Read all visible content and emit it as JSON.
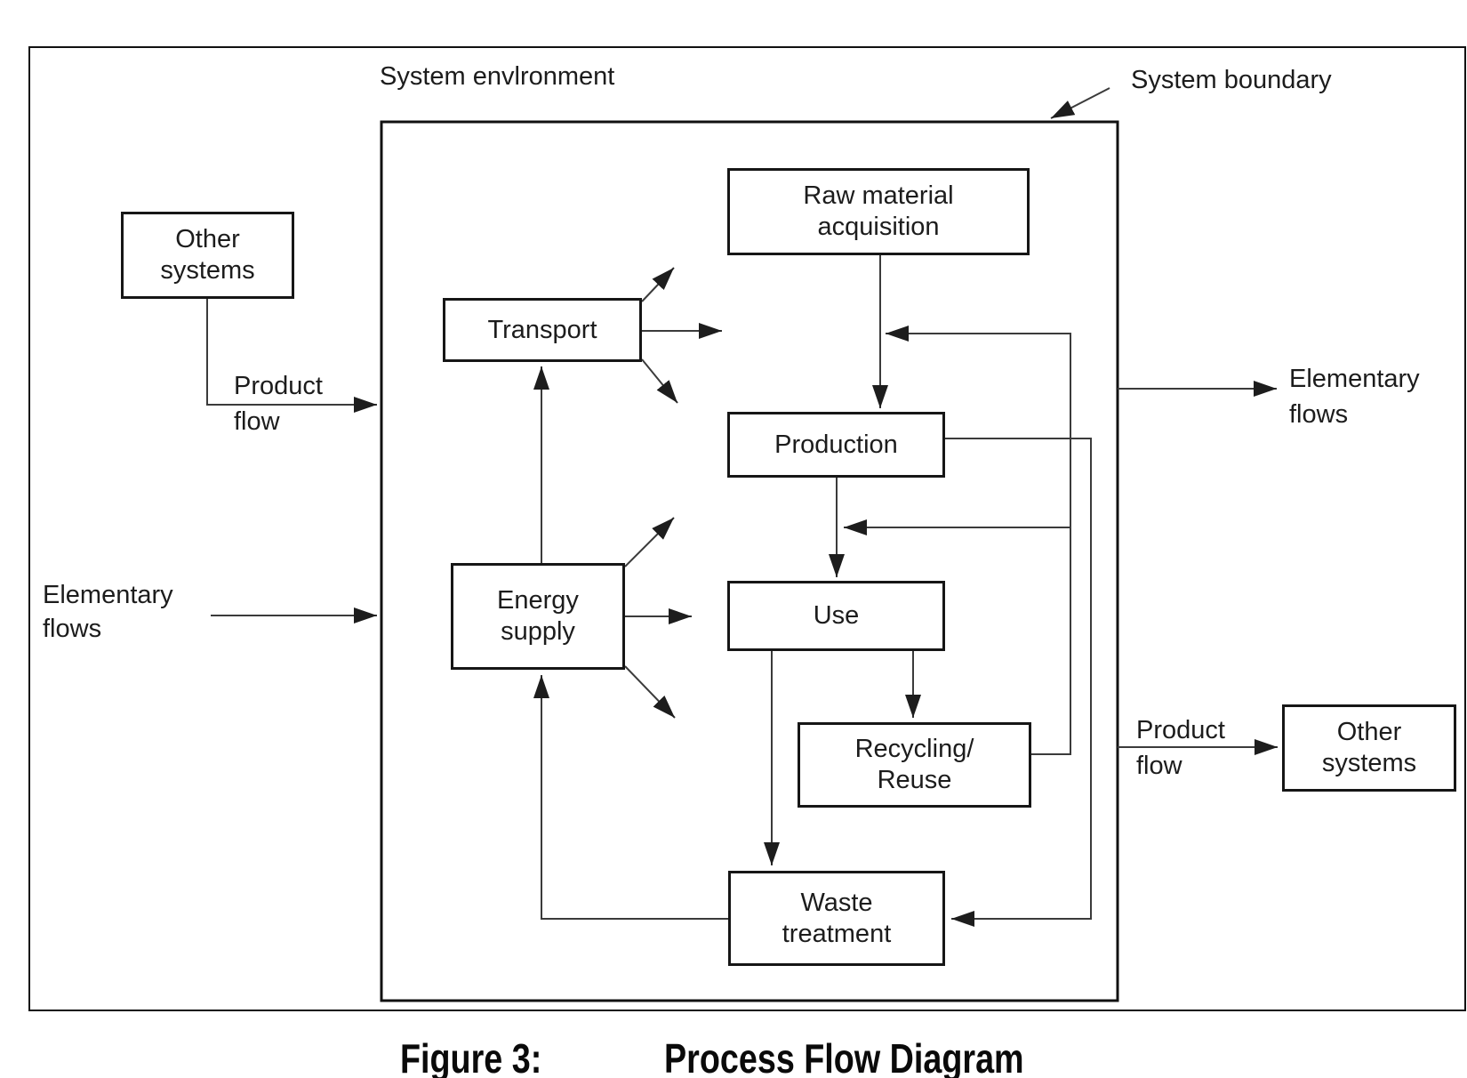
{
  "figure": {
    "caption_label": "Figure 3:",
    "caption_title": "Process Flow Diagram"
  },
  "annotations": {
    "system_environment": "System envlronment",
    "system_boundary": "System boundary",
    "product_flow_left": "Product\nflow",
    "elementary_flows_left": "Elementary\nflows",
    "elementary_flows_right": "Elementary\nflows",
    "product_flow_right": "Product\nflow"
  },
  "nodes": {
    "other_systems_left": {
      "label": "Other\nsystems"
    },
    "raw_material_acquisition": {
      "label": "Raw material\nacquisition"
    },
    "transport": {
      "label": "Transport"
    },
    "production": {
      "label": "Production"
    },
    "energy_supply": {
      "label": "Energy\nsupply"
    },
    "use": {
      "label": "Use"
    },
    "recycling_reuse": {
      "label": "Recycling/\nReuse"
    },
    "waste_treatment": {
      "label": "Waste\ntreatment"
    },
    "other_systems_right": {
      "label": "Other\nsystems"
    }
  },
  "colors": {
    "line": "#3b3b3b",
    "box_border": "#161616",
    "text": "#1c1c1c",
    "background": "#ffffff"
  }
}
